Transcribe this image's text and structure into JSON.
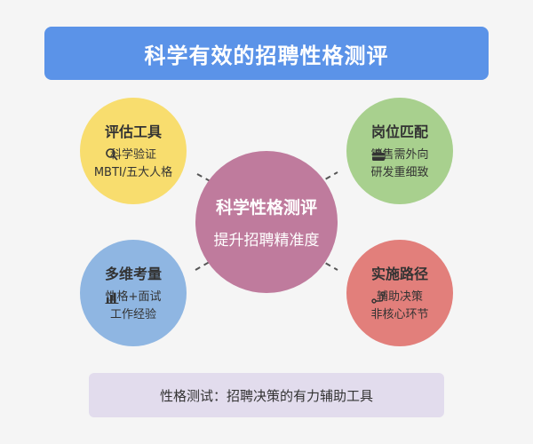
{
  "title": "科学有效的招聘性格测评",
  "center": {
    "heading": "科学性格测评",
    "subtitle": "提升招聘精准度"
  },
  "nodes": {
    "top_left": {
      "heading": "评估工具",
      "lines": [
        "科学验证",
        "MBTI/五大人格"
      ],
      "icon": "magnifier-icon"
    },
    "top_right": {
      "heading": "岗位匹配",
      "lines": [
        "销售需外向",
        "研发重细致"
      ],
      "icon": "briefcase-icon"
    },
    "bottom_left": {
      "heading": "多维考量",
      "lines": [
        "性格+面试",
        "工作经验"
      ],
      "icon": "bar-chart-icon"
    },
    "bottom_right": {
      "heading": "实施路径",
      "lines": [
        "辅助决策",
        "非核心环节"
      ],
      "icon": "route-icon"
    }
  },
  "footer": "性格测试：招聘决策的有力辅助工具",
  "colors": {
    "title_bar": "#5b93e8",
    "center": "#bf7b9d",
    "top_left": "#f8dd6e",
    "top_right": "#a8d08e",
    "bottom_left": "#8fb6e2",
    "bottom_right": "#e27f7b",
    "footer_box": "#e2dced"
  }
}
